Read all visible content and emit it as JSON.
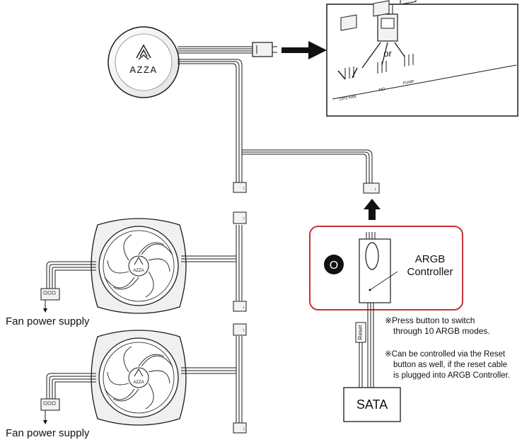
{
  "brand": "AZZA",
  "or_label": "or",
  "headers": {
    "cpu_fan": "CPU FAN",
    "aio": "AIO",
    "pump": "PUMP"
  },
  "controller": {
    "badge": "O",
    "line1": "ARGB",
    "line2": "Controller"
  },
  "reset_label": "Reset",
  "sata_label": "SATA",
  "fan_supply_label_1": "Fan power supply",
  "fan_supply_label_2": "Fan power supply",
  "notes": {
    "note1_line1": "※Press button to switch",
    "note1_line2": "through 10 ARGB modes.",
    "note2_line1": "※Can be controlled via the Reset",
    "note2_line2": "button as well, if the reset cable",
    "note2_line3": "is plugged into ARGB Controller."
  },
  "colors": {
    "controller_frame": "#c8313a",
    "line": "#1a1a1a"
  }
}
